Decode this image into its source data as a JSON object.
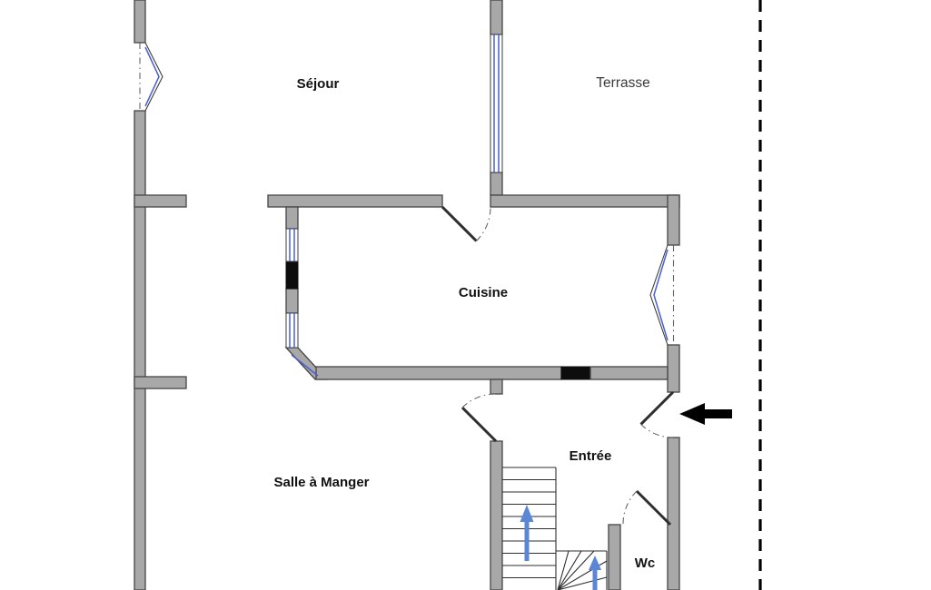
{
  "plan": {
    "rooms": {
      "sejour": {
        "label": "Séjour"
      },
      "terrasse": {
        "label": "Terrasse"
      },
      "cuisine": {
        "label": "Cuisine"
      },
      "salle_a_manger": {
        "label": "Salle à Manger"
      },
      "entree": {
        "label": "Entrée"
      },
      "wc": {
        "label": "Wc"
      }
    },
    "colors": {
      "wall": "#a8a8a8",
      "wall_outline": "#454545",
      "wall_solid_black": "#0d0d0d",
      "window": "#4a60cf",
      "stair_arrow": "#5b86d6",
      "entrance_arrow": "#000000",
      "boundary_line": "#000000",
      "background": "#ffffff"
    }
  }
}
